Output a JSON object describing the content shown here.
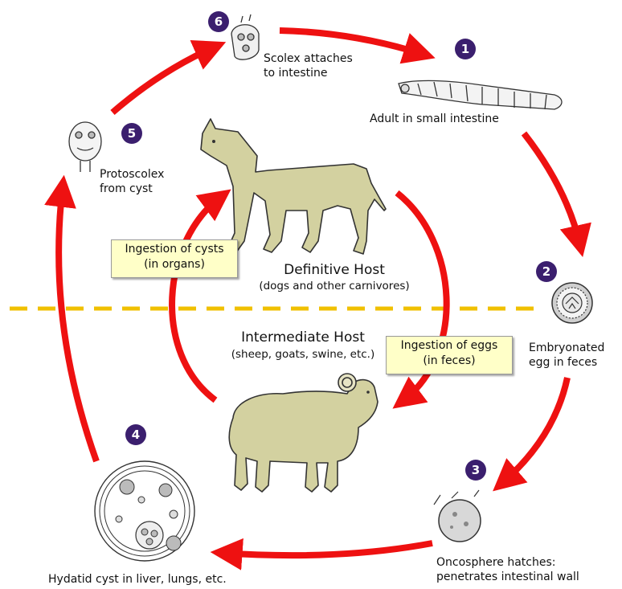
{
  "stages": [
    {
      "number": "1",
      "label_lines": [
        "Adult in small intestine"
      ]
    },
    {
      "number": "2",
      "label_lines": [
        "Embryonated",
        "egg in feces"
      ]
    },
    {
      "number": "3",
      "label_lines": [
        "Oncosphere hatches:",
        "penetrates intestinal wall"
      ]
    },
    {
      "number": "4",
      "label_lines": [
        "Hydatid cyst in liver, lungs, etc."
      ]
    },
    {
      "number": "5",
      "label_lines": [
        "Protoscolex",
        "from cyst"
      ]
    },
    {
      "number": "6",
      "label_lines": [
        "Scolex attaches",
        "to intestine"
      ]
    }
  ],
  "definitive_host": {
    "title": "Definitive Host",
    "subtitle": "(dogs and other carnivores)"
  },
  "intermediate_host": {
    "title": "Intermediate Host",
    "subtitle": "(sheep, goats, swine, etc.)"
  },
  "boxes": {
    "cysts": [
      "Ingestion of cysts",
      "(in organs)"
    ],
    "eggs": [
      "Ingestion of eggs",
      "(in feces)"
    ]
  },
  "colors": {
    "arrow": "#ee1111",
    "divider": "#f0c000",
    "badge": "#3b1f6e",
    "box_fill": "#ffffc8",
    "animal_fill": "#d3d1a0"
  }
}
